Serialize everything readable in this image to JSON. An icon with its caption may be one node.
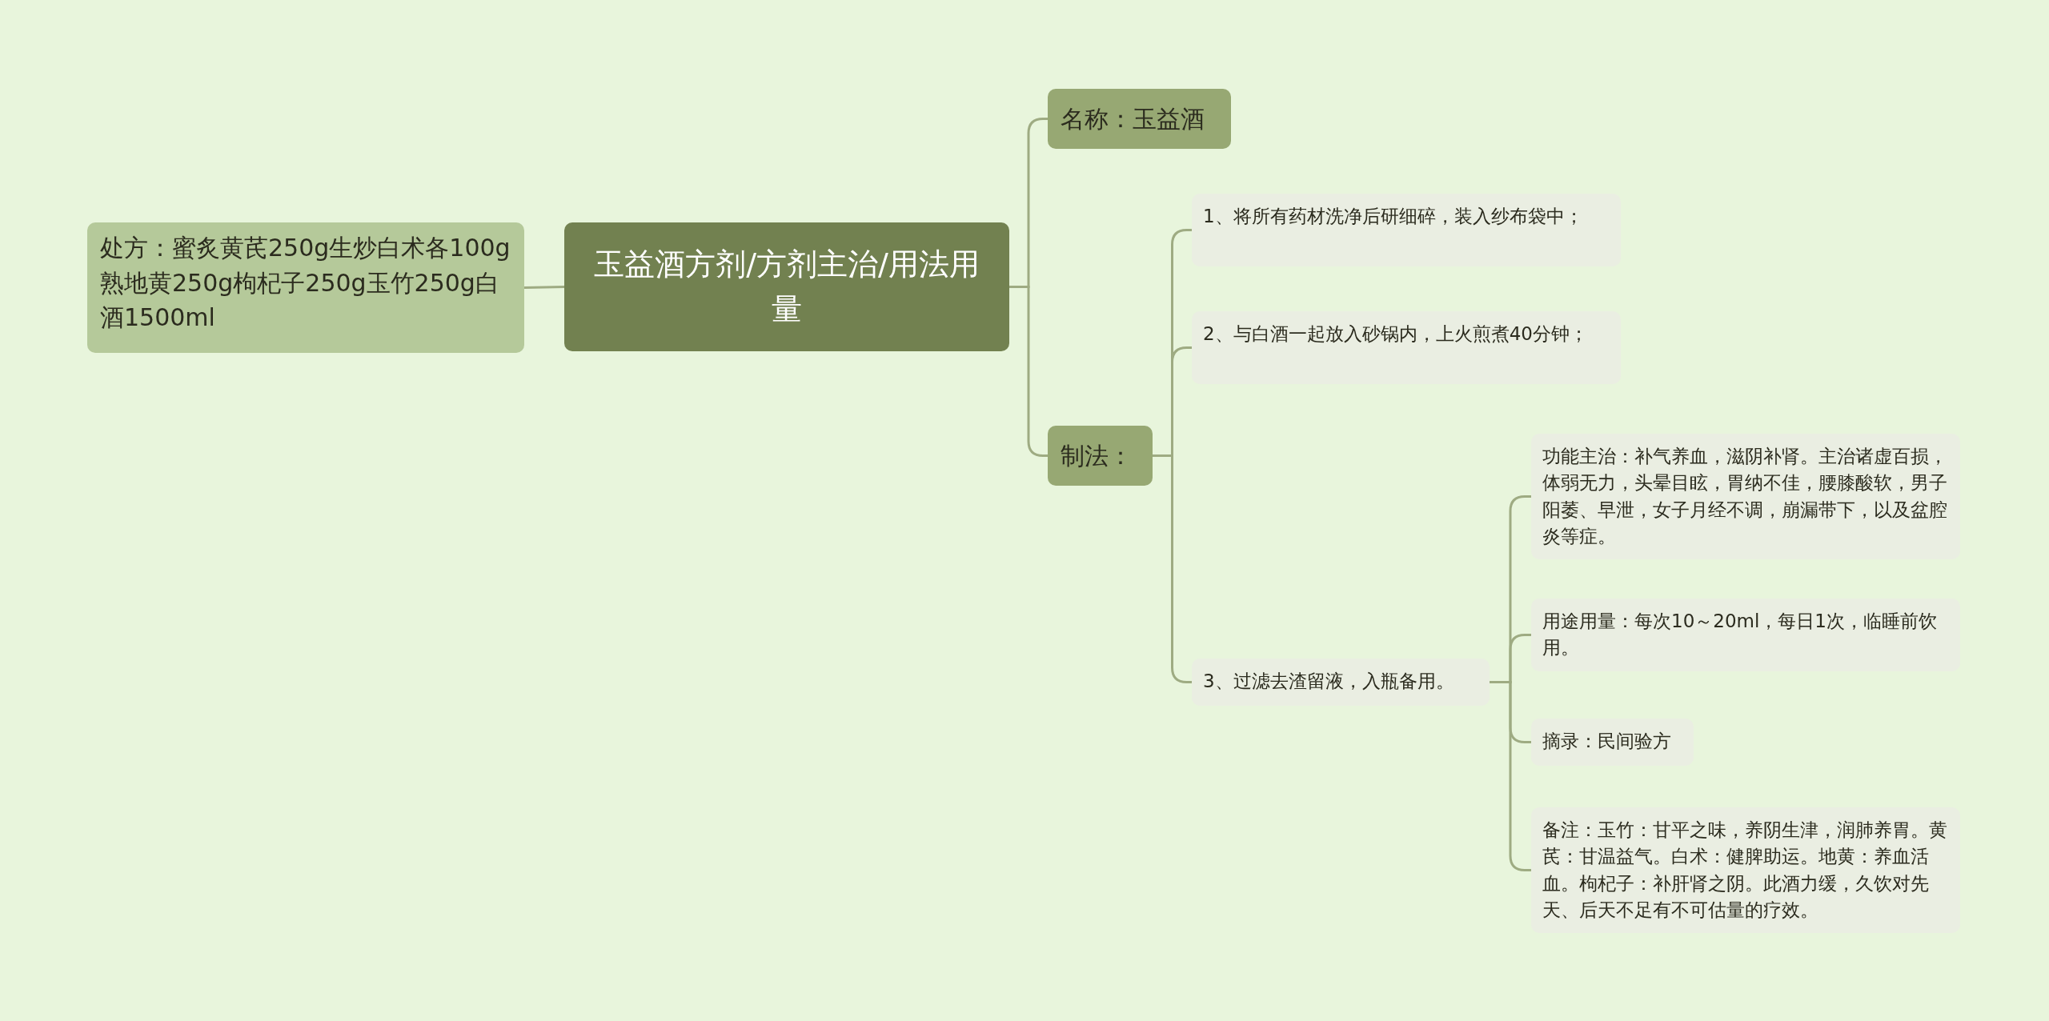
{
  "diagram": {
    "nodes": [
      {
        "text": [
          "玉益酒方剂/方剂主治/用法用量"
        ]
      },
      {
        "text": [
          "处方：蜜炙黄芪250g生炒白术各100g熟地黄250g枸杞子250g玉竹250g白酒1500ml"
        ]
      },
      {
        "text": [
          "名称：玉益酒"
        ]
      },
      {
        "text": [
          "制法："
        ]
      },
      {
        "text": [
          "1、将所有药材洗净后研细碎，装入纱布袋中；"
        ]
      },
      {
        "text": [
          "2、与白酒一起放入砂锅内，上火煎煮40分钟；"
        ]
      },
      {
        "text": [
          "3、过滤去渣留液，入瓶备用。"
        ]
      },
      {
        "text": [
          "功能主治：补气养血，滋阴补肾。主治诸虚百损，体弱无力，头晕目眩，胃纳不佳，腰膝酸软，男子阳萎、早泄，女子月经不调，崩漏带下，以及盆腔炎等症。"
        ]
      },
      {
        "text": [
          "用途用量：每次10～20ml，每日1次，临睡前饮用。"
        ]
      },
      {
        "text": [
          "摘录：民间验方"
        ]
      },
      {
        "text": [
          "备注：玉竹：甘平之味，养阴生津，润肺养胃。黄芪：甘温益气。白术：健脾助运。地黄：养血活血。枸杞子：补肝肾之阴。此酒力缓，久饮对先天、后天不足有不可估量的疗效。"
        ]
      }
    ],
    "edges": [
      {
        "from": 0,
        "to": 1,
        "arrow": "none"
      },
      {
        "from": 0,
        "to": 2,
        "arrow": "none"
      },
      {
        "from": 0,
        "to": 3,
        "arrow": "none"
      },
      {
        "from": 3,
        "to": 4,
        "arrow": "none"
      },
      {
        "from": 3,
        "to": 5,
        "arrow": "none"
      },
      {
        "from": 3,
        "to": 6,
        "arrow": "none"
      },
      {
        "from": 6,
        "to": 7,
        "arrow": "none"
      },
      {
        "from": 6,
        "to": 8,
        "arrow": "none"
      },
      {
        "from": 6,
        "to": 9,
        "arrow": "none"
      },
      {
        "from": 6,
        "to": 10,
        "arrow": "none"
      }
    ]
  }
}
